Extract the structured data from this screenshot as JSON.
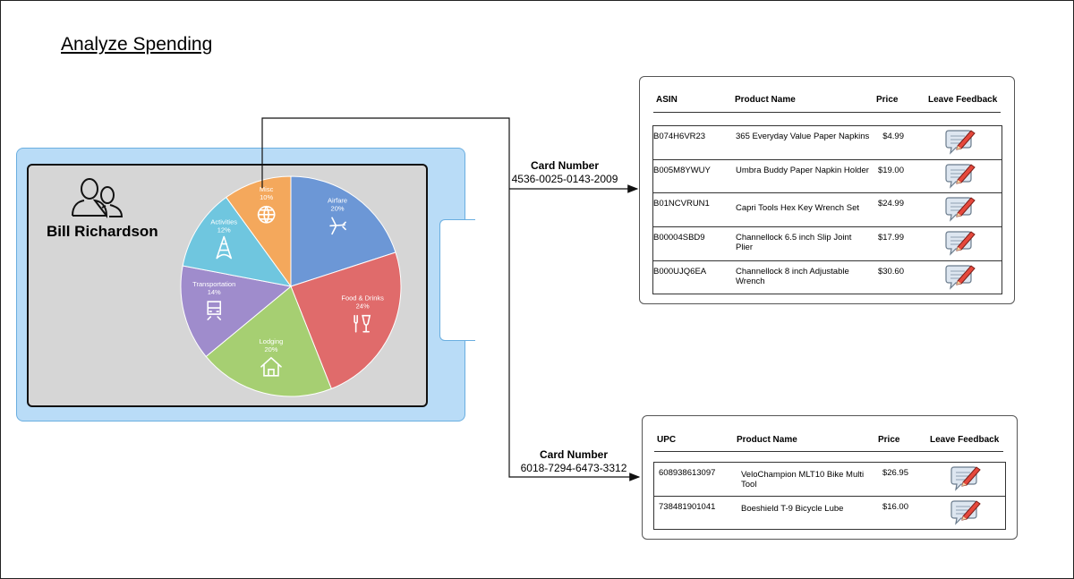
{
  "page": {
    "title": "Analyze Spending"
  },
  "card": {
    "user_name": "Bill Richardson"
  },
  "chart_data": {
    "type": "pie",
    "slices": [
      {
        "label": "Airfare",
        "value": 20,
        "pct": "20%",
        "icon": "airplane-icon",
        "color": "#6c97d6"
      },
      {
        "label": "Food & Drinks",
        "value": 24,
        "pct": "24%",
        "icon": "food-drinks-icon",
        "color": "#e06b6b"
      },
      {
        "label": "Lodging",
        "value": 20,
        "pct": "20%",
        "icon": "house-icon",
        "color": "#a6cf72"
      },
      {
        "label": "Transportation",
        "value": 14,
        "pct": "14%",
        "icon": "train-icon",
        "color": "#9f8ccc"
      },
      {
        "label": "Activities",
        "value": 12,
        "pct": "12%",
        "icon": "eiffel-tower-icon",
        "color": "#6fc6df"
      },
      {
        "label": "Misc",
        "value": 10,
        "pct": "10%",
        "icon": "globe-icon",
        "color": "#f4a85c"
      }
    ]
  },
  "connectors": {
    "top": {
      "label": "Card Number",
      "number": "4536-0025-0143-2009"
    },
    "bottom": {
      "label": "Card Number",
      "number": "6018-7294-6473-3312"
    }
  },
  "table1": {
    "columns": [
      "ASIN",
      "Product Name",
      "Price",
      "Leave Feedback"
    ],
    "rows": [
      {
        "id": "B074H6VR23",
        "name": "365 Everyday Value Paper Napkins",
        "price": "$4.99"
      },
      {
        "id": "B005M8YWUY",
        "name": "Umbra Buddy Paper Napkin Holder",
        "price": "$19.00"
      },
      {
        "id": "B01NCVRUN1",
        "name": "Capri Tools Hex Key Wrench Set",
        "price": "$24.99"
      },
      {
        "id": "B00004SBD9",
        "name": "Channellock 6.5 inch Slip Joint Plier",
        "price": "$17.99"
      },
      {
        "id": "B000UJQ6EA",
        "name": "Channellock 8 inch Adjustable Wrench",
        "price": "$30.60"
      }
    ]
  },
  "table2": {
    "columns": [
      "UPC",
      "Product Name",
      "Price",
      "Leave Feedback"
    ],
    "rows": [
      {
        "id": "608938613097",
        "name": "VeloChampion MLT10 Bike Multi Tool",
        "price": "$26.95"
      },
      {
        "id": "738481901041",
        "name": "Boeshield T-9 Bicycle Lube",
        "price": "$16.00"
      }
    ]
  }
}
